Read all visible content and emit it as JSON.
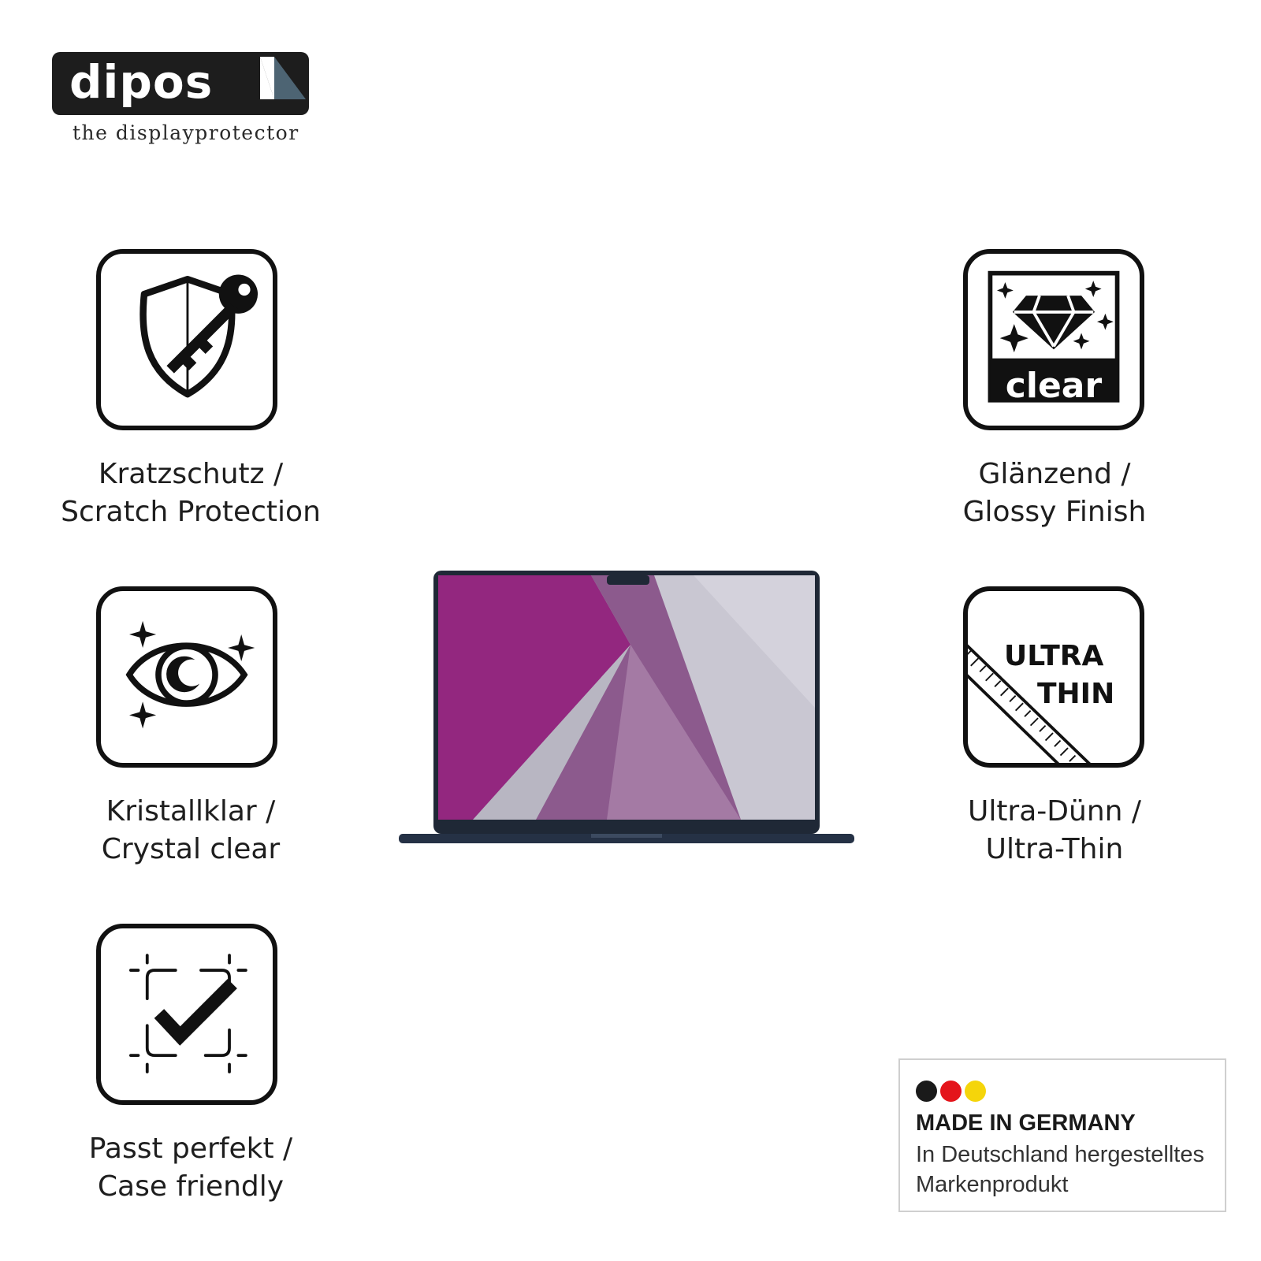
{
  "brand": {
    "name": "dipos",
    "tagline": "the displayprotector"
  },
  "features": [
    {
      "icon": "shield-key-icon",
      "line1": "Kratzschutz /",
      "line2": "Scratch Protection"
    },
    {
      "icon": "eye-sparkle-icon",
      "line1": "Kristallklar /",
      "line2": "Crystal clear"
    },
    {
      "icon": "frame-check-icon",
      "line1": "Passt perfekt /",
      "line2": "Case friendly"
    },
    {
      "icon": "diamond-clear-icon",
      "icon_text": "clear",
      "line1": "Glänzend /",
      "line2": "Glossy Finish"
    },
    {
      "icon": "ruler-ultra-thin-icon",
      "icon_text_1": "ULTRA",
      "icon_text_2": "THIN",
      "line1": "Ultra-Dünn /",
      "line2": "Ultra-Thin"
    }
  ],
  "made_in_germany": {
    "title": "MADE IN GERMANY",
    "line1": "In Deutschland hergestelltes",
    "line2": "Markenprodukt",
    "flag_colors": [
      "#1a1a1a",
      "#e4141b",
      "#f5d50a"
    ]
  },
  "colors": {
    "wallpaper_magenta": "#93277f",
    "laptop_body": "#1f2836"
  }
}
